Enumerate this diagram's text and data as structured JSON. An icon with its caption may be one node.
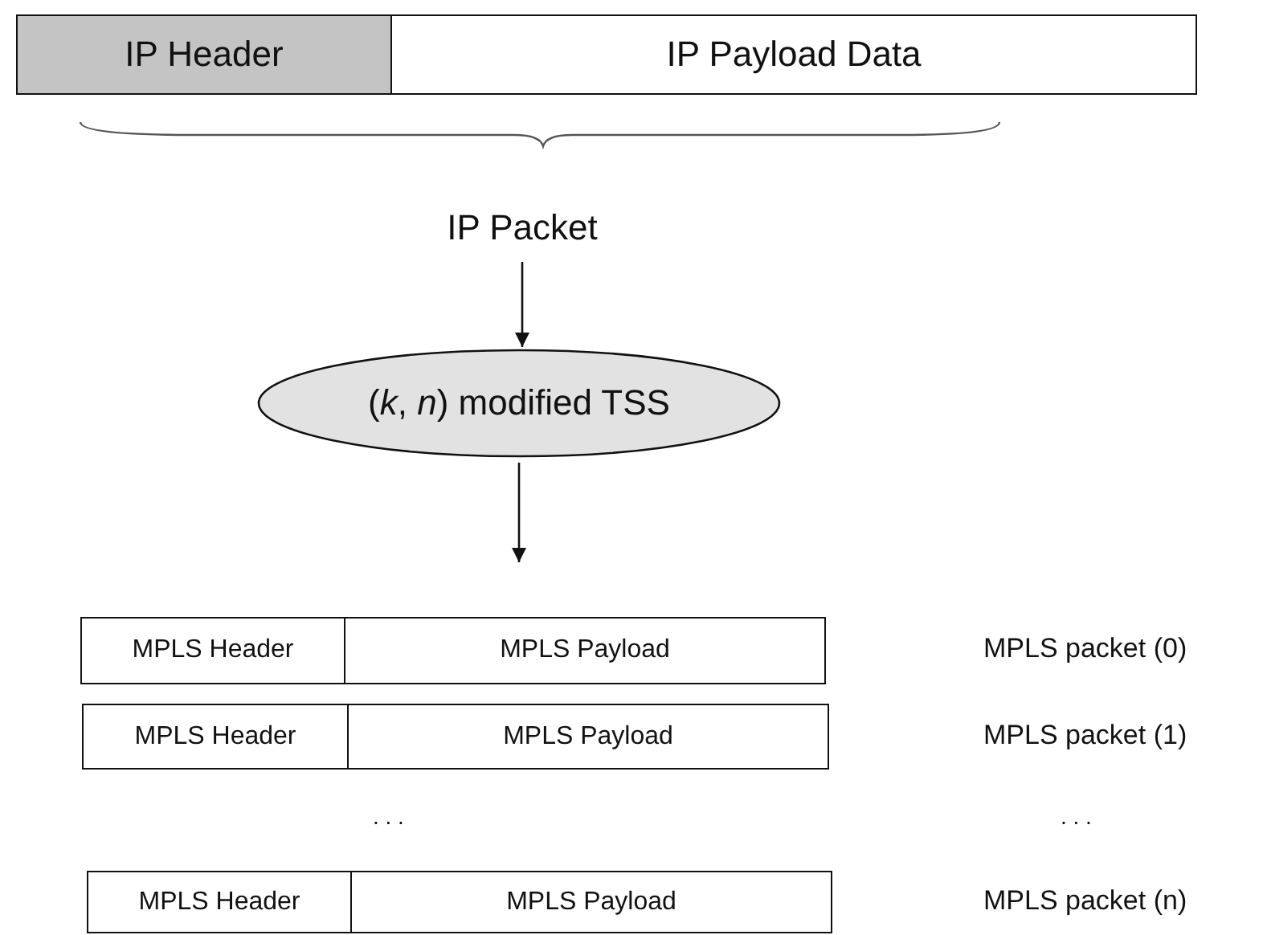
{
  "diagram": {
    "nodes": [
      {
        "text": [
          "IP Header"
        ]
      },
      {
        "text": [
          "IP Payload Data"
        ]
      },
      {
        "text": [
          "IP Packet"
        ]
      },
      {
        "text": [
          "(*k*, *n*) modified TSS"
        ]
      },
      {
        "text": [
          "MPLS Header"
        ]
      },
      {
        "text": [
          "MPLS Payload"
        ]
      },
      {
        "text": [
          "MPLS Header"
        ]
      },
      {
        "text": [
          "MPLS Payload"
        ]
      },
      {
        "text": [
          "MPLS Header"
        ]
      },
      {
        "text": [
          "MPLS Payload"
        ]
      }
    ],
    "edges": [
      {
        "from": 2,
        "to": 3,
        "arrow": "to"
      },
      {
        "from": 3,
        "to": null,
        "arrow": "to"
      }
    ],
    "labels": [
      "MPLS packet (0)",
      "MPLS packet (1)",
      ". . .",
      ". . .",
      "MPLS packet (n)"
    ]
  }
}
